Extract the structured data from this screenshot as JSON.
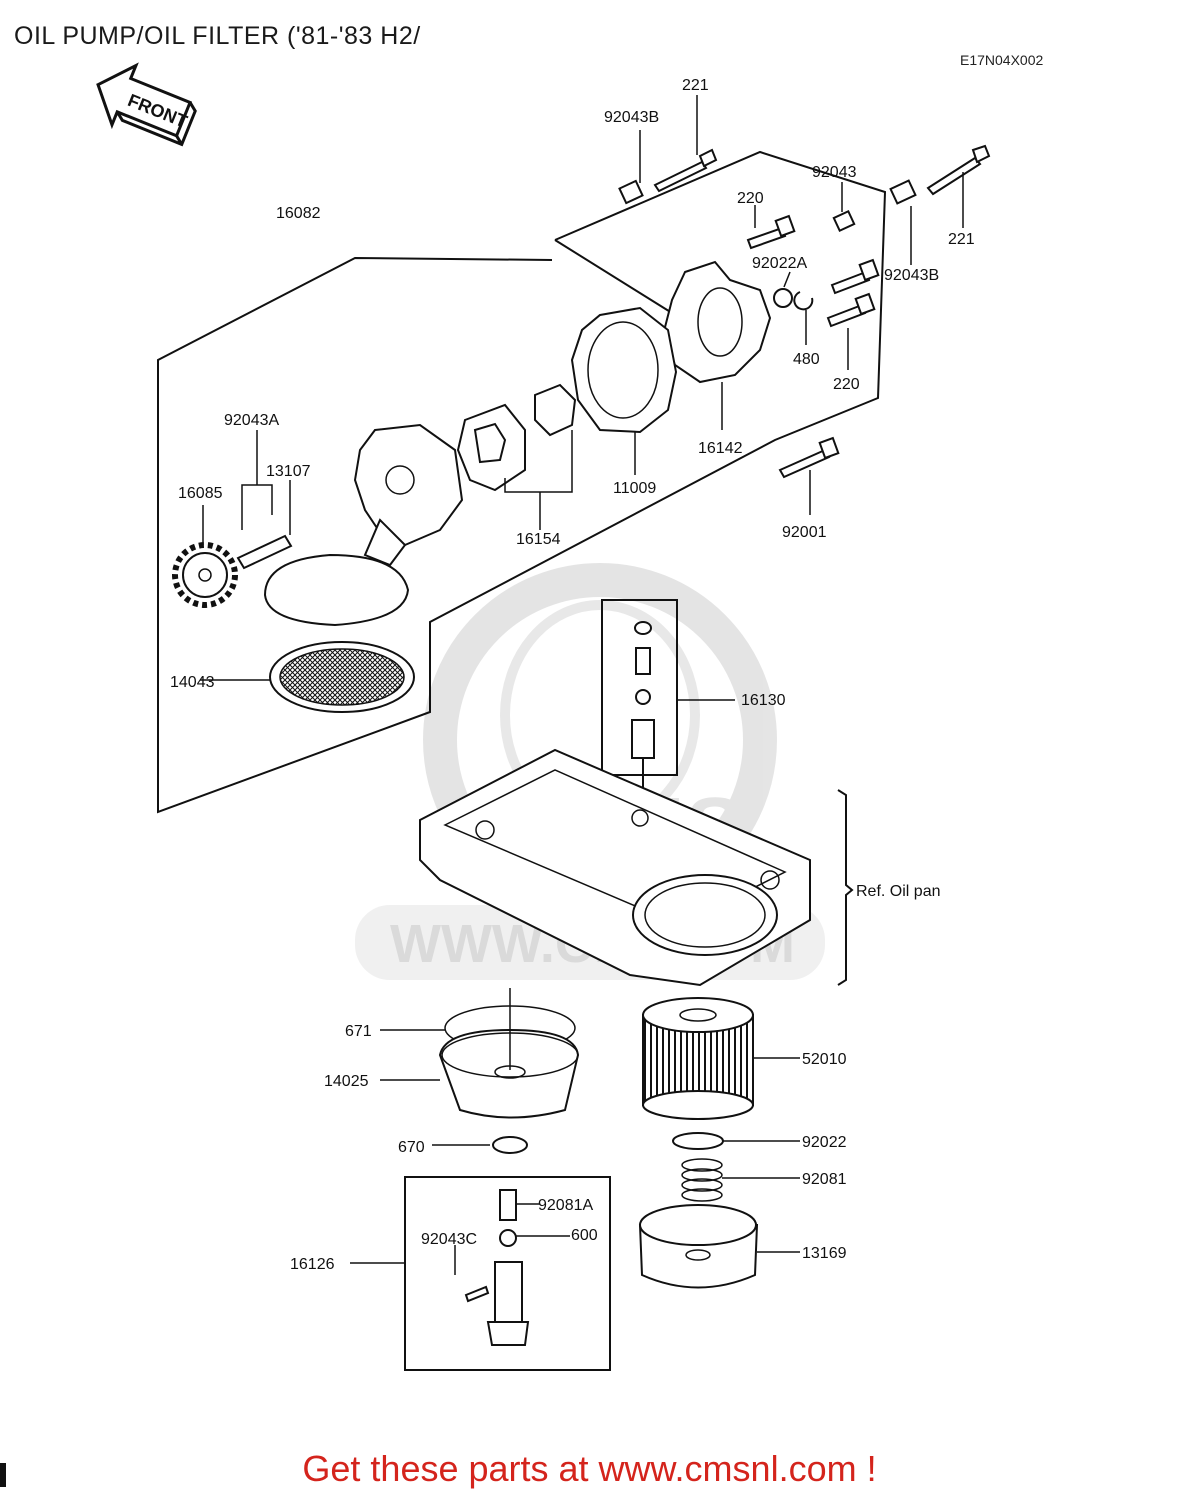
{
  "title": "OIL PUMP/OIL FILTER ('81-'83 H2/",
  "diagram_code": "E17N04X002",
  "front_arrow_label": "FRONT",
  "watermark": {
    "text": "WWW.CMS",
    "suffix": "M",
    "logo": "CMS"
  },
  "ref_label": "Ref.  Oil pan",
  "parts": {
    "p221_top": "221",
    "p92043B_top": "92043B",
    "p16082": "16082",
    "p220_top": "220",
    "p92043": "92043",
    "p221_right": "221",
    "p92022A": "92022A",
    "p92043B_right": "92043B",
    "p480": "480",
    "p220_right": "220",
    "p16142": "16142",
    "p11009": "11009",
    "p92043A": "92043A",
    "p13107": "13107",
    "p16085": "16085",
    "p16154": "16154",
    "p92001": "92001",
    "p14043": "14043",
    "p16130": "16130",
    "p671": "671",
    "p52010": "52010",
    "p14025": "14025",
    "p670": "670",
    "p92022": "92022",
    "p92081": "92081",
    "p92081A": "92081A",
    "p92043C": "92043C",
    "p600": "600",
    "p16126": "16126",
    "p13169": "13169"
  },
  "footer": "Get these parts at www.cmsnl.com !",
  "colors": {
    "footer": "#d4241c",
    "watermark": "#c9c9c9",
    "line": "#111111"
  }
}
